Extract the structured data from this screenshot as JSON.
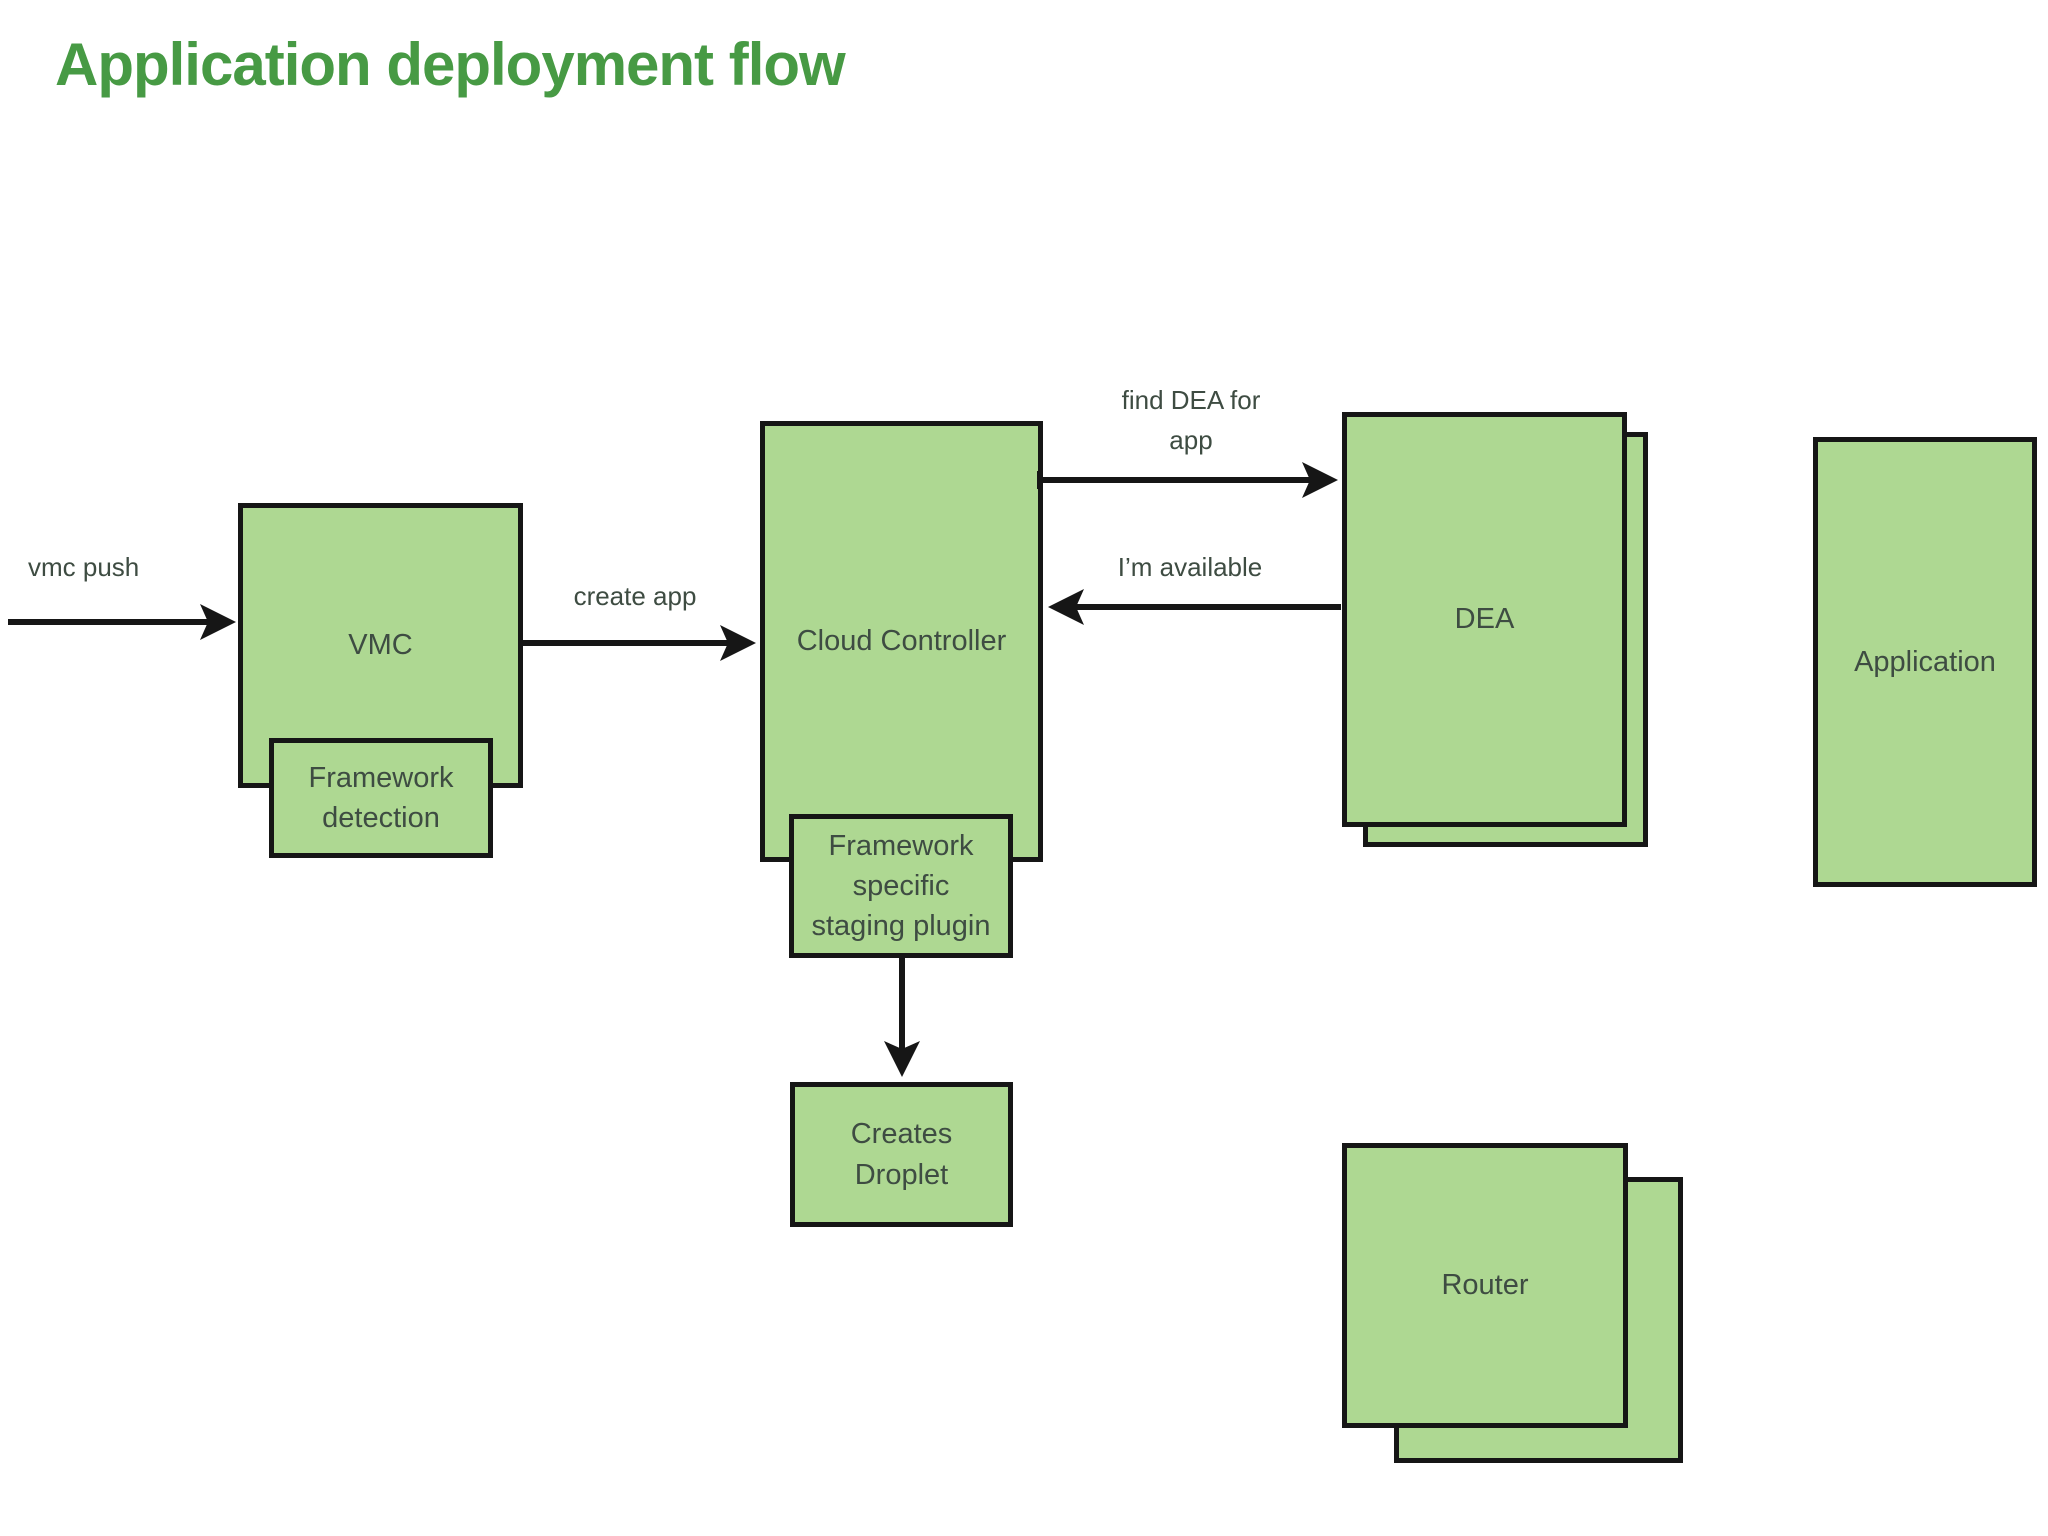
{
  "title": {
    "text": "Application deployment flow"
  },
  "colors": {
    "background": "#ffffff",
    "title": "#479a44",
    "node_fill": "#aed892",
    "node_border": "#161616",
    "node_text": "#3e4c42",
    "edge_text": "#3e4c42",
    "arrow": "#161616"
  },
  "nodes": [
    {
      "id": "vmc",
      "label": "VMC"
    },
    {
      "id": "framework-detection",
      "label": "Framework\ndetection"
    },
    {
      "id": "cloud-controller",
      "label": "Cloud Controller"
    },
    {
      "id": "staging-plugin",
      "label": "Framework\nspecific\nstaging plugin"
    },
    {
      "id": "creates-droplet",
      "label": "Creates\nDroplet"
    },
    {
      "id": "dea",
      "label": "DEA",
      "stacked": true
    },
    {
      "id": "application",
      "label": "Application"
    },
    {
      "id": "router",
      "label": "Router",
      "stacked": true
    }
  ],
  "edges": [
    {
      "id": "vmc-push",
      "from": "user",
      "to": "vmc",
      "label": "vmc push"
    },
    {
      "id": "create-app",
      "from": "vmc",
      "to": "cloud-controller",
      "label": "create app"
    },
    {
      "id": "find-dea",
      "from": "cloud-controller",
      "to": "dea",
      "label": "find DEA for\napp"
    },
    {
      "id": "im-available",
      "from": "dea",
      "to": "cloud-controller",
      "label": "I’m available"
    },
    {
      "id": "stage-to-droplet",
      "from": "staging-plugin",
      "to": "creates-droplet",
      "label": ""
    }
  ]
}
